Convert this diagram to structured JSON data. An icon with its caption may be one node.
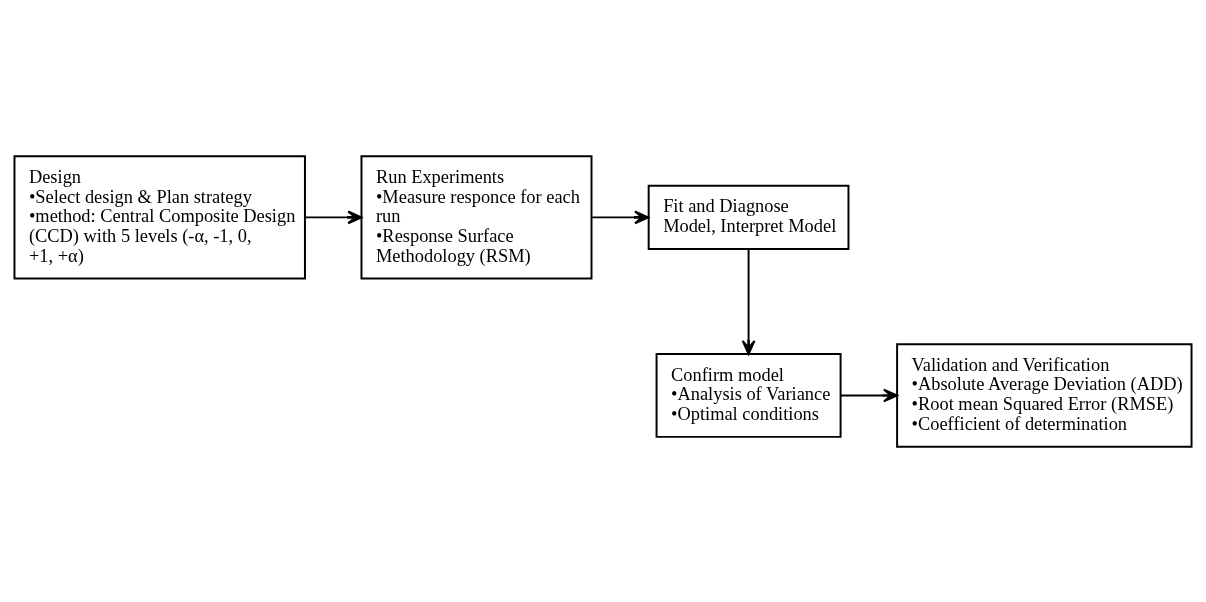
{
  "diagram": {
    "nodes": [
      {
        "text": [
          "Design",
          "•Select design & Plan strategy",
          "•method: Central Composite Design (CCD) with 5 levels (-α, -1, 0, +1, +α)"
        ]
      },
      {
        "text": [
          "Run Experiments",
          "•Measure responce for each run",
          "•Response Surface Methodology (RSM)"
        ]
      },
      {
        "text": [
          "Fit and Diagnose Model, Interpret Model"
        ]
      },
      {
        "text": [
          "Confirm model",
          "•Analysis of Variance",
          "•Optimal conditions"
        ]
      },
      {
        "text": [
          "Validation and Verification",
          "•Absolute Average Deviation (ADD)",
          "•Root mean Squared Error (RMSE)",
          "•Coefficient of determination"
        ]
      }
    ],
    "edges": [
      {
        "from": 0,
        "to": 1,
        "arrow": "to"
      },
      {
        "from": 1,
        "to": 2,
        "arrow": "to"
      },
      {
        "from": 2,
        "to": 3,
        "arrow": "to"
      },
      {
        "from": 3,
        "to": 4,
        "arrow": "to"
      }
    ]
  }
}
